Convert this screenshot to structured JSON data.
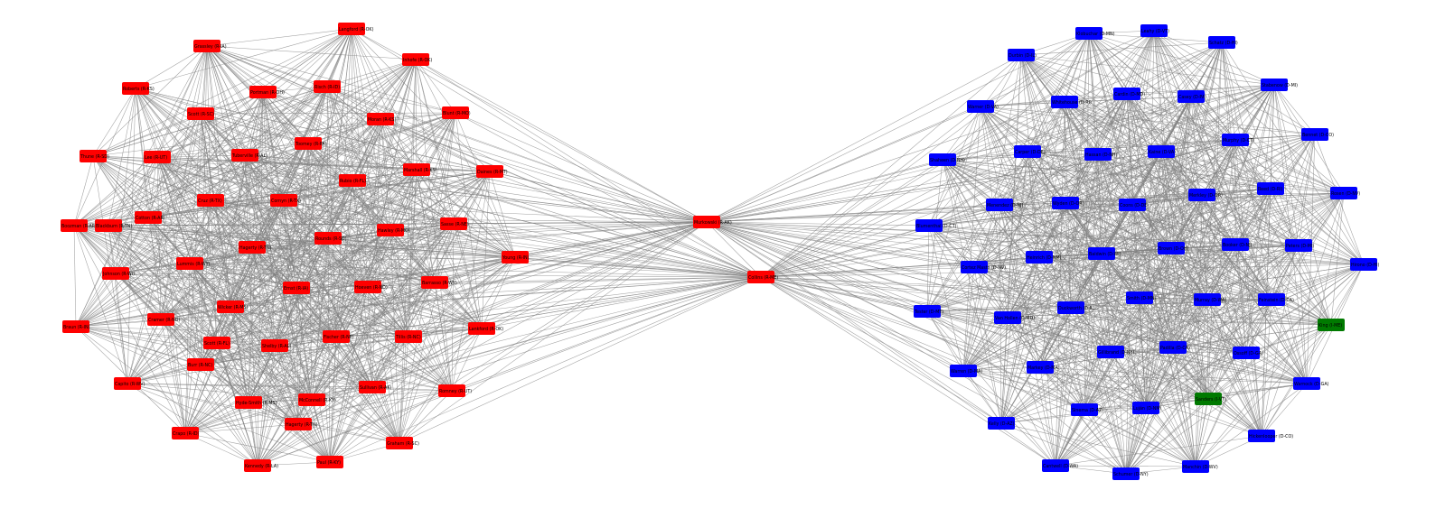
{
  "graph": {
    "colors": {
      "red": "#ff0000",
      "blue": "#0000ff",
      "green": "#007a00",
      "edge": "#808080"
    },
    "red_labels": [
      "Langford (R-OK)",
      "Grassley (R-IA)",
      "Inhofe (R-OK)",
      "Roberts (R-KS)",
      "Portman (R-OH)",
      "Risch (R-ID)",
      "Scott (R-SC)",
      "Moran (R-KS)",
      "Blunt (R-MO)",
      "Toomey (R-PA)",
      "Thune (R-SD)",
      "Lee (R-UT)",
      "Tuberville (R-AL)",
      "Marshall (R-KS)",
      "Daines (R-MT)",
      "Rubio (R-FL)",
      "Cruz (R-TX)",
      "Cornyn (R-TX)",
      "Cotton (R-AR)",
      "Boozman (R-AR)",
      "Sasse (R-NE)",
      "Hawley (R-MO)",
      "Hagerty (R-TN)",
      "Rounds (R-SD)",
      "Young (R-IN)",
      "Johnson (R-WI)",
      "Lummis (R-WY)",
      "Ernst (R-IA)",
      "Hoeven (R-ND)",
      "Barrasso (R-WY)",
      "Braun (R-IN)",
      "Wicker (R-MS)",
      "Cramer (R-ND)",
      "Fischer (R-NE)",
      "Tillis (R-NC)",
      "Lankford (R-OK)",
      "Shelby (R-AL)",
      "Burr (R-NC)",
      "Capito (R-WV)",
      "Sullivan (R-AK)",
      "McConnell (R-KY)",
      "Hyde-Smith (R-MS)",
      "Romney (R-UT)",
      "Crapo (R-ID)",
      "Graham (R-SC)",
      "Kennedy (R-LA)",
      "Paul (R-KY)",
      "Blackburn (R-TN)",
      "Scott (R-FL)",
      "Hagerty (R-TN)",
      "Murkowski (R-AK)",
      "Collins (R-ME)"
    ],
    "blue_labels": [
      "Klobuchar (D-MN)",
      "Leahy (D-VT)",
      "Durbin (D-IL)",
      "Schatz (D-HI)",
      "Stabenow (D-MI)",
      "Warner (D-VA)",
      "Whitehouse (D-RI)",
      "Cardin (D-MD)",
      "Casey (D-PA)",
      "Bennet (D-CO)",
      "Shaheen (D-NH)",
      "Carper (D-DE)",
      "Hassan (D-NH)",
      "Kaine (D-VA)",
      "Murphy (D-CT)",
      "Blumenthal (D-CT)",
      "Menendez (D-NJ)",
      "Wyden (D-OR)",
      "Coons (D-DE)",
      "Merkley (D-OR)",
      "Reed (D-RI)",
      "Rosen (D-NV)",
      "Cortez Masto (D-NV)",
      "Heinrich (D-NM)",
      "Baldwin (D-WI)",
      "Brown (D-OH)",
      "Booker (D-NJ)",
      "Peters (D-MI)",
      "Hirono (D-HI)",
      "Tester (D-MT)",
      "Van Hollen (D-MD)",
      "Duckworth (D-IL)",
      "Smith (D-MN)",
      "Murray (D-WA)",
      "Feinstein (D-CA)",
      "Warren (D-MA)",
      "Markey (D-MA)",
      "Gillibrand (D-NY)",
      "Padilla (D-CA)",
      "Ossoff (D-GA)",
      "Warnock (D-GA)",
      "Kelly (D-AZ)",
      "Sinema (D-AZ)",
      "Luján (D-NM)",
      "Hickenlooper (D-CO)",
      "Cantwell (D-WA)",
      "Schumer (D-NY)",
      "Manchin (D-WV)"
    ],
    "green_labels": [
      "King (I-ME)",
      "Sanders (I-VT)"
    ],
    "bridge_labels": [
      "Murkowski (R-AK)",
      "Collins (R-ME)"
    ]
  }
}
